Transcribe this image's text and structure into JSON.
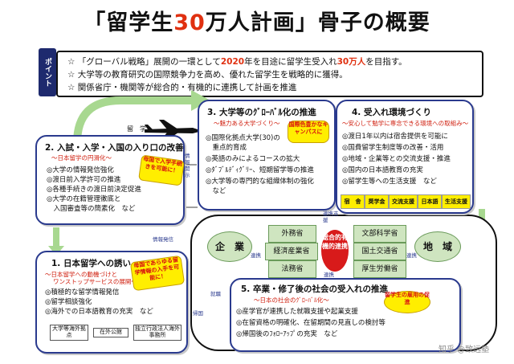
{
  "title": {
    "pre": "「留学生",
    "num": "30",
    "post": "万人計画」骨子の概要"
  },
  "point_tab": "ポイント",
  "points": [
    {
      "pre": "☆ 「グローバル戦略」展開の一環として",
      "year": "2020",
      "mid": "年を目途に留学生受入れ",
      "num": "30万人",
      "post": "を目指す。"
    },
    {
      "text": "☆ 大学等の教育研究の国際競争力を高め、優れた留学生を戦略的に獲得。"
    },
    {
      "text": "☆ 関係省庁・機関等が総合的・有機的に連携して計画を推進"
    }
  ],
  "box1": {
    "head": "1. 日本留学への誘い",
    "sub1": "～日本留学への動機づけと",
    "sub2": "ワンストップサービスの展開～",
    "items": [
      "◎積極的な留学情報発信",
      "◎留学相談強化",
      "◎海外での日本語教育の充実　など"
    ],
    "star": "母国であらゆる留学情報の入手を可能に！",
    "panels": [
      "大学等海外拠点",
      "在外公館",
      "独立行政法人海外事務所"
    ]
  },
  "box2": {
    "head": "2. 入試・入学・入国の入り口の改善",
    "sub": "～日本留学の円滑化～",
    "items": [
      "◎大学の情報発信強化",
      "◎渡日前入学許可の推進",
      "◎各種手続きの渡日前決定促進",
      "◎大学の在籍管理徹底と",
      "　入国審査等の簡素化　など"
    ],
    "star": "母国で入学手続きを可能に！"
  },
  "box3": {
    "head": "3. 大学等のｸﾞﾛｰﾊﾞﾙ化の推進",
    "sub": "～魅力ある大学づくり～",
    "items": [
      "◎国際化拠点大学(30)の",
      "　重点的育成",
      "◎英語のみによるコースの拡大",
      "◎ﾀﾞﾌﾞﾙﾃﾞｨｸﾞﾘｰ、短期留学等の推進",
      "◎大学等の専門的な組織体制の強化",
      "　など"
    ],
    "star": "国際色豊かなキャンパスに"
  },
  "box4": {
    "head": "4. 受入れ環境づくり",
    "sub": "～安心して勉学に専念できる環境への取組み～",
    "items": [
      "◎渡日1年以内は宿舎提供を可能に",
      "◎国費留学生制度等の改善・活用",
      "◎地域・企業等との交流支援・推進",
      "◎国内の日本語教育の充実",
      "◎留学生等への生活支援　など"
    ],
    "tags": [
      "宿　舎",
      "奨学金",
      "交流支援",
      "日本語",
      "生活支援"
    ]
  },
  "box5": {
    "head": "5. 卒業・修了後の社会の受入れの推進",
    "sub": "～日本の社会のｸﾞﾛｰﾊﾞﾙ化～",
    "items": [
      "◎産学官が連携した就職支援や起業支援",
      "◎在留資格の明確化、在留期間の見直しの検討等",
      "◎帰国後のﾌｫﾛｰｱｯﾌﾟの充実　など"
    ],
    "star": "留学生の雇用の促進"
  },
  "center": {
    "left": "企　業",
    "right": "地　域",
    "core": "総合的有機的連携",
    "ministries": [
      "外務省",
      "文部科学省",
      "経済産業省",
      "国土交通省",
      "法務省",
      "厚生労働省"
    ]
  },
  "labels": {
    "ryugaku": "留　学",
    "joho_kaiji": "情報開示",
    "joho_hasshin": "情報発信",
    "renkei": "連携",
    "renkei_shien": "連携支援",
    "shushoku": "就職",
    "kikoku": "帰国"
  },
  "watermark": "知乎 @致远塾"
}
